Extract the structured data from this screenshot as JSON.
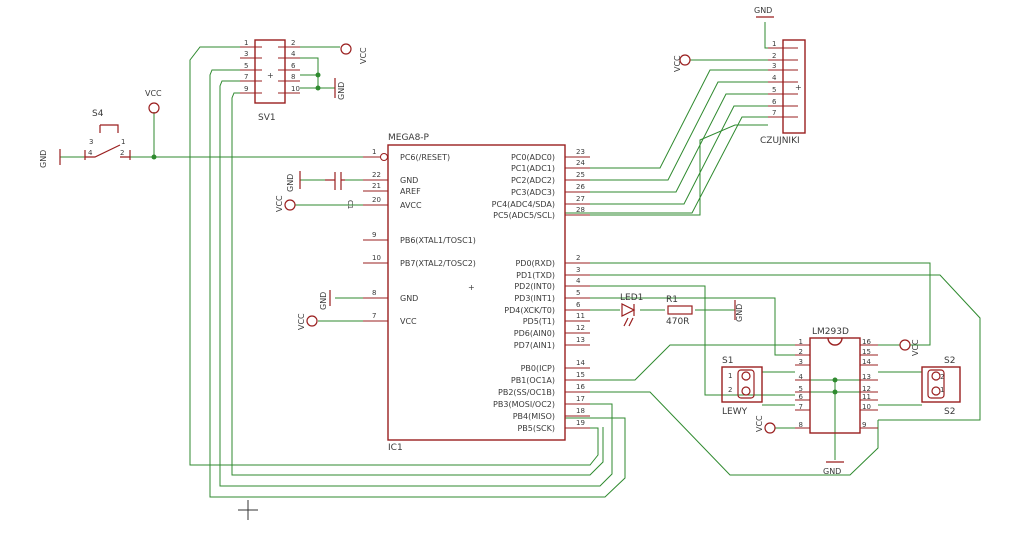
{
  "components": {
    "ic1": {
      "part": "MEGA8-P",
      "ref": "IC1",
      "left_pins": [
        {
          "num": "1",
          "name": "PC6(/RESET)"
        },
        {
          "num": "22",
          "name": "GND"
        },
        {
          "num": "21",
          "name": "AREF"
        },
        {
          "num": "20",
          "name": "AVCC"
        },
        {
          "num": "9",
          "name": "PB6(XTAL1/TOSC1)"
        },
        {
          "num": "10",
          "name": "PB7(XTAL2/TOSC2)"
        },
        {
          "num": "8",
          "name": "GND"
        },
        {
          "num": "7",
          "name": "VCC"
        }
      ],
      "right_pins": [
        {
          "num": "23",
          "name": "PC0(ADC0)"
        },
        {
          "num": "24",
          "name": "PC1(ADC1)"
        },
        {
          "num": "25",
          "name": "PC2(ADC2)"
        },
        {
          "num": "26",
          "name": "PC3(ADC3)"
        },
        {
          "num": "27",
          "name": "PC4(ADC4/SDA)"
        },
        {
          "num": "28",
          "name": "PC5(ADC5/SCL)"
        },
        {
          "num": "2",
          "name": "PD0(RXD)"
        },
        {
          "num": "3",
          "name": "PD1(TXD)"
        },
        {
          "num": "4",
          "name": "PD2(INT0)"
        },
        {
          "num": "5",
          "name": "PD3(INT1)"
        },
        {
          "num": "6",
          "name": "PD4(XCK/T0)"
        },
        {
          "num": "11",
          "name": "PD5(T1)"
        },
        {
          "num": "12",
          "name": "PD6(AIN0)"
        },
        {
          "num": "13",
          "name": "PD7(AIN1)"
        },
        {
          "num": "14",
          "name": "PB0(ICP)"
        },
        {
          "num": "15",
          "name": "PB1(OC1A)"
        },
        {
          "num": "16",
          "name": "PB2(SS/OC1B)"
        },
        {
          "num": "17",
          "name": "PB3(MOSI/OC2)"
        },
        {
          "num": "18",
          "name": "PB4(MISO)"
        },
        {
          "num": "19",
          "name": "PB5(SCK)"
        }
      ]
    },
    "sv1": {
      "ref": "SV1",
      "left_nums": [
        "1",
        "3",
        "5",
        "7",
        "9"
      ],
      "right_nums": [
        "2",
        "4",
        "6",
        "8",
        "10"
      ]
    },
    "czujniki": {
      "ref": "CZUJNIKI",
      "nums": [
        "1",
        "2",
        "3",
        "4",
        "5",
        "6",
        "7"
      ]
    },
    "lm293d": {
      "ref": "LM293D",
      "left_nums": [
        "1",
        "2",
        "3",
        "4",
        "5",
        "6",
        "7",
        "8"
      ],
      "right_nums": [
        "16",
        "15",
        "14",
        "13",
        "12",
        "11",
        "10",
        "9"
      ]
    },
    "s4": {
      "ref": "S4",
      "pins": [
        "3",
        "4",
        "1",
        "2"
      ]
    },
    "c1": {
      "ref": "C1"
    },
    "led1": {
      "ref": "LED1"
    },
    "r1": {
      "ref": "R1",
      "value": "470R"
    },
    "s1": {
      "ref": "S1",
      "pins": [
        "1",
        "2"
      ],
      "label": "LEWY"
    },
    "s2": {
      "ref": "S2",
      "pins": [
        "2",
        "1"
      ],
      "label": "S2"
    }
  },
  "power": {
    "vcc": "VCC",
    "gnd": "GND"
  }
}
